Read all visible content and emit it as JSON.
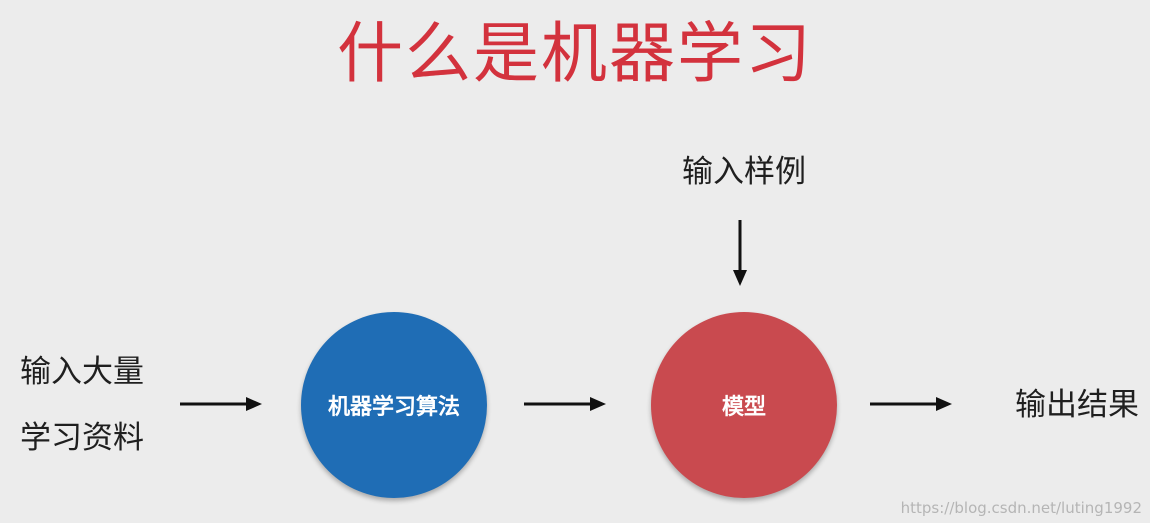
{
  "title": "什么是机器学习",
  "input": {
    "line1": "输入大量",
    "line2": "学习资料"
  },
  "algorithm": {
    "label": "机器学习算法",
    "color": "#1f6db5"
  },
  "model": {
    "label": "模型",
    "color": "#c94a4f"
  },
  "sample_input": "输入样例",
  "output": "输出结果",
  "watermark": "https://blog.csdn.net/luting1992"
}
